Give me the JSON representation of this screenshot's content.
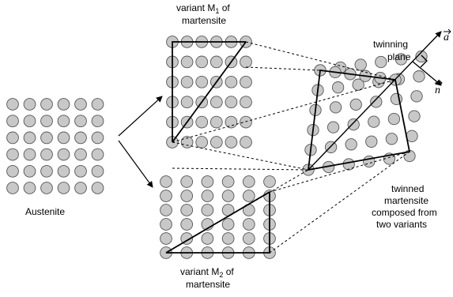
{
  "labels": {
    "austenite": "Austenite",
    "m1_line1_pre": "variant M",
    "m1_sub": "1",
    "m1_line1_post": " of",
    "m1_line2": "martensite",
    "m2_line1_pre": "variant M",
    "m2_sub": "2",
    "m2_line1_post": " of",
    "m2_line2": "martensite",
    "twinning_line1": "twinning",
    "twinning_line2": "plane",
    "twinned_line1": "twinned",
    "twinned_line2": "martensite",
    "twinned_line3": "composed from",
    "twinned_line4": "two variants",
    "vector_a": "a",
    "vector_n": "n"
  },
  "colors": {
    "atom_fill": "#c8c8c8",
    "atom_stroke": "#555555",
    "line": "#000000"
  }
}
